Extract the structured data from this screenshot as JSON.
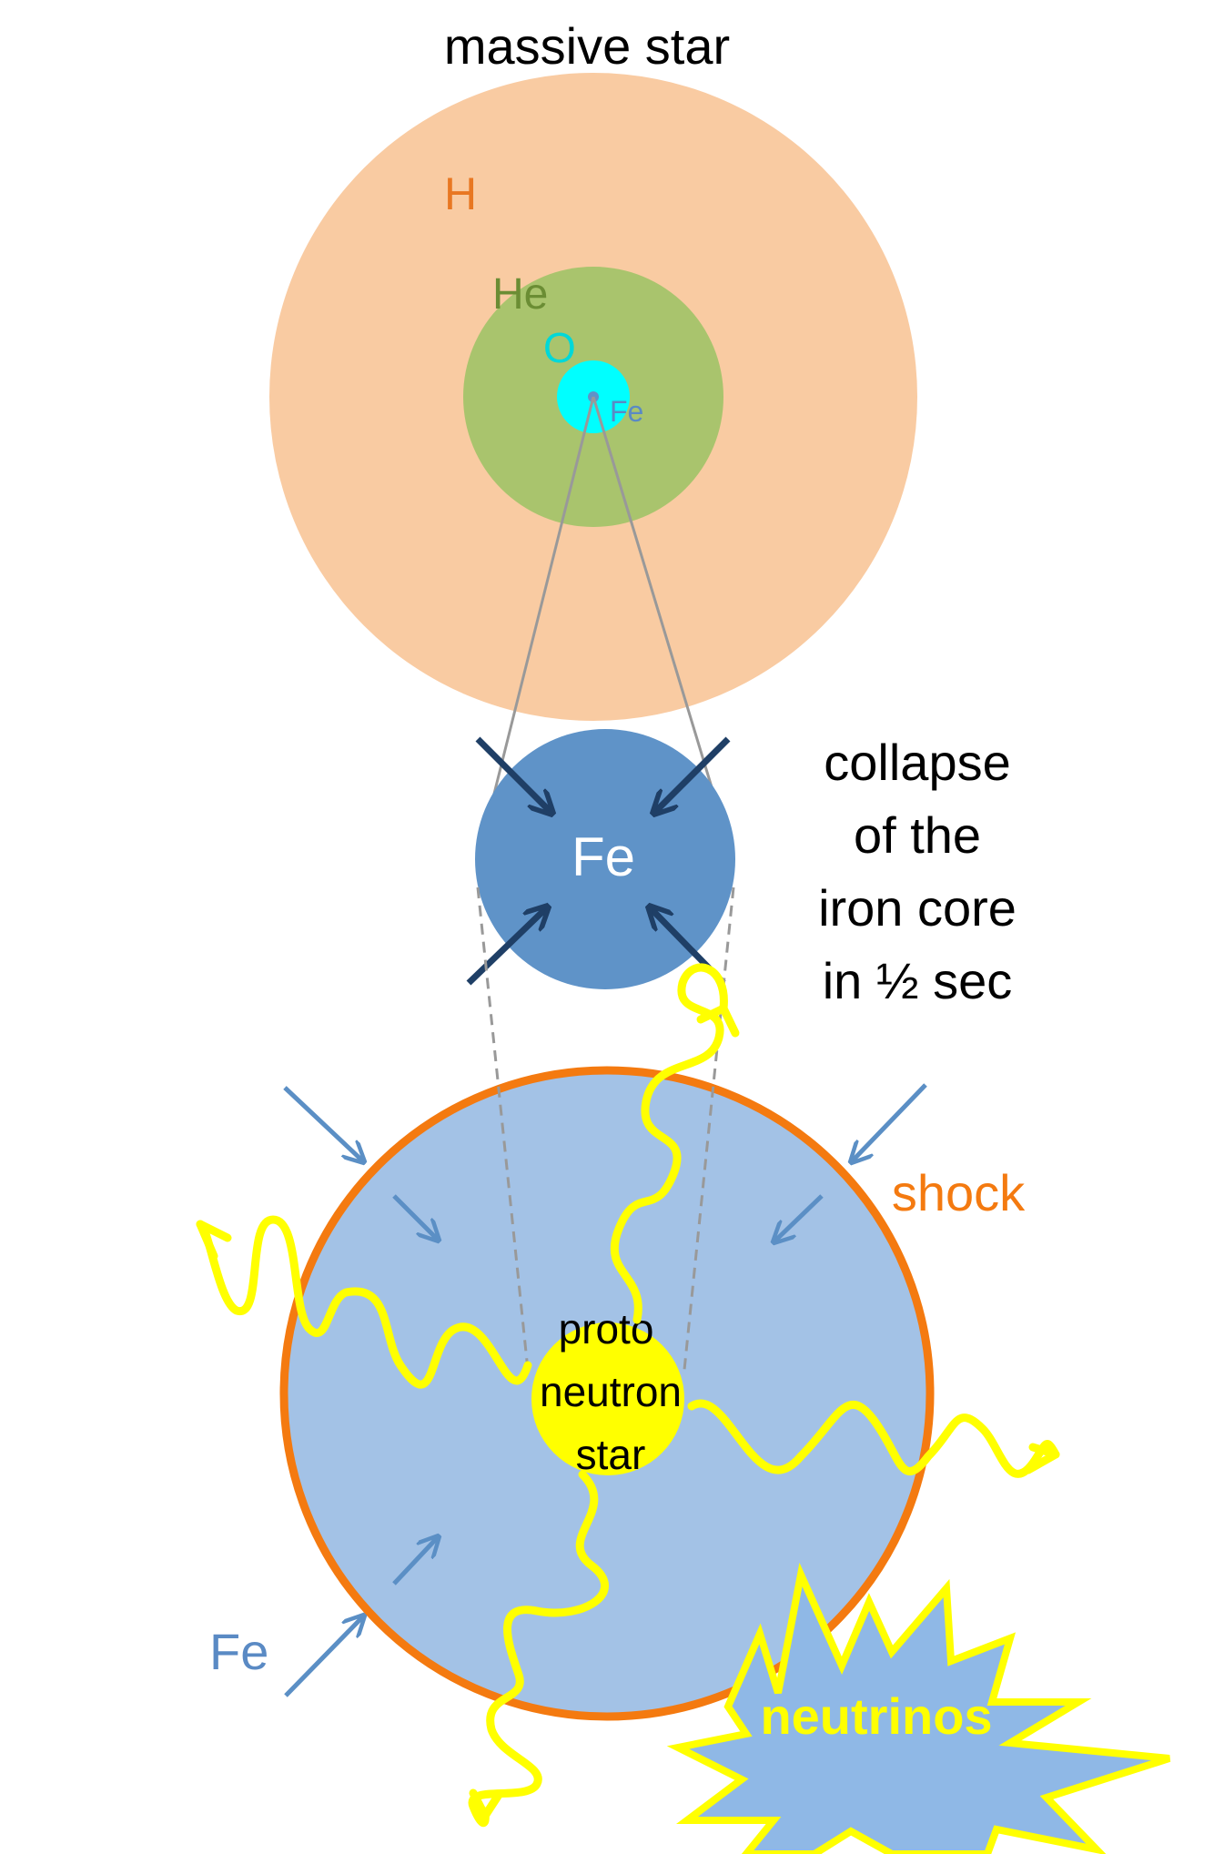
{
  "labels": {
    "title": "massive star",
    "layer_h": "H",
    "layer_he": "He",
    "layer_o": "O",
    "layer_fe_small": "Fe",
    "core_fe": "Fe",
    "collapse_line1": "collapse",
    "collapse_line2": "of the",
    "collapse_line3": "iron core",
    "collapse_line4": "in ½ sec",
    "shock": "shock",
    "pns_line1": "proto",
    "pns_line2": "neutron",
    "pns_line3": "star",
    "fe_infall": "Fe",
    "neutrinos": "neutrinos"
  },
  "colors": {
    "hydrogen": "#f9cba2",
    "helium": "#a9c46d",
    "oxygen": "#00ffff",
    "iron_core": "#5f93c8",
    "arrow_dark": "#1f3f66",
    "arrow_light": "#5b8fc5",
    "collapsed_region": "#a3c2e6",
    "shock": "#f47a10",
    "neutrino": "#ffff00",
    "text_orange": "#e87722",
    "text_green": "#6b8d34",
    "text_blue": "#5a8ac4"
  }
}
